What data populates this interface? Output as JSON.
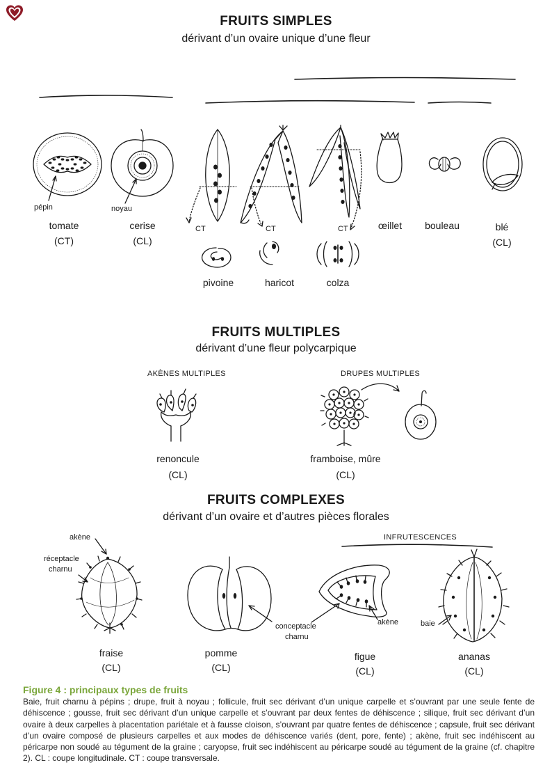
{
  "sections": {
    "simples": {
      "title": "FRUITS SIMPLES",
      "subtitle": "dérivant d’un ovaire unique d’une fleur"
    },
    "multiples": {
      "title": "FRUITS MULTIPLES",
      "subtitle": "dérivant d’une fleur polycarpique"
    },
    "complexes": {
      "title": "FRUITS COMPLEXES",
      "subtitle": "dérivant d’un ovaire et d’autres pièces florales"
    }
  },
  "simples": {
    "tomate": {
      "name": "tomate",
      "cut": "(CT)",
      "part": "pépin"
    },
    "cerise": {
      "name": "cerise",
      "cut": "(CL)",
      "part": "noyau"
    },
    "oeillet": {
      "name": "œillet"
    },
    "bouleau": {
      "name": "bouleau"
    },
    "ble": {
      "name": "blé",
      "cut": "(CL)"
    },
    "pivoine": {
      "name": "pivoine",
      "ct": "CT"
    },
    "haricot": {
      "name": "haricot",
      "ct": "CT"
    },
    "colza": {
      "name": "colza",
      "ct": "CT"
    }
  },
  "multiples": {
    "akenes_label": "AKÈNES MULTIPLES",
    "drupes_label": "DRUPES MULTIPLES",
    "renoncule": {
      "name": "renoncule",
      "cut": "(CL)"
    },
    "framboise": {
      "name": "framboise, mûre",
      "cut": "(CL)"
    }
  },
  "complexes": {
    "infrutescences_label": "INFRUTESCENCES",
    "fraise": {
      "name": "fraise",
      "cut": "(CL)",
      "akene": "akène",
      "receptacle_1": "réceptacle",
      "receptacle_2": "charnu"
    },
    "pomme": {
      "name": "pomme",
      "cut": "(CL)"
    },
    "figue": {
      "name": "figue",
      "cut": "(CL)",
      "conceptacle_1": "conceptacle",
      "conceptacle_2": "charnu",
      "akene": "akène"
    },
    "ananas": {
      "name": "ananas",
      "cut": "(CL)",
      "baie": "baie"
    }
  },
  "caption": {
    "title": "Figure 4 : principaux types de fruits",
    "text": "Baie, fruit charnu à pépins ; drupe, fruit à noyau ; follicule, fruit sec dérivant d’un unique carpelle et s’ouvrant par une seule fente de déhiscence ; gousse, fruit sec dérivant d’un unique carpelle et s’ouvrant par deux fentes de déhiscence ; silique, fruit sec dérivant d’un ovaire à deux carpelles à placentation pariétale et à fausse cloison, s’ouvrant par quatre fentes de déhiscence ; capsule, fruit sec dérivant d’un ovaire composé de plusieurs carpelles et aux modes de déhiscence variés (dent, pore, fente) ; akène, fruit sec indéhiscent au péricarpe non soudé au tégument de la graine ; caryopse, fruit sec indéhiscent au péricarpe soudé au tégument de la graine (cf. chapitre 2). CL : coupe longitudinale. CT : coupe transversale."
  },
  "colors": {
    "heart": "#8e1b27",
    "caption_accent": "#7aa63a",
    "ink": "#1a1a1a"
  },
  "icons": {
    "corner": "heart-icon"
  }
}
